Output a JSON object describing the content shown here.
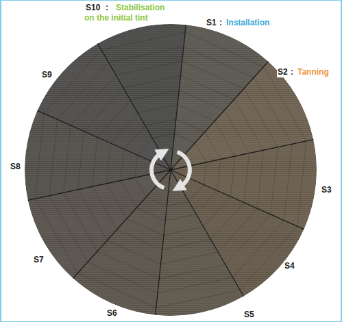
{
  "diagram": {
    "labels": [
      "S10",
      ":",
      "Stabilisation on the initial tint",
      "S1",
      ":",
      "Installation",
      "S2",
      ":",
      "Tanning",
      "S3",
      "S4",
      "S5",
      "S6",
      "S7",
      "S8",
      "S9"
    ]
  }
}
